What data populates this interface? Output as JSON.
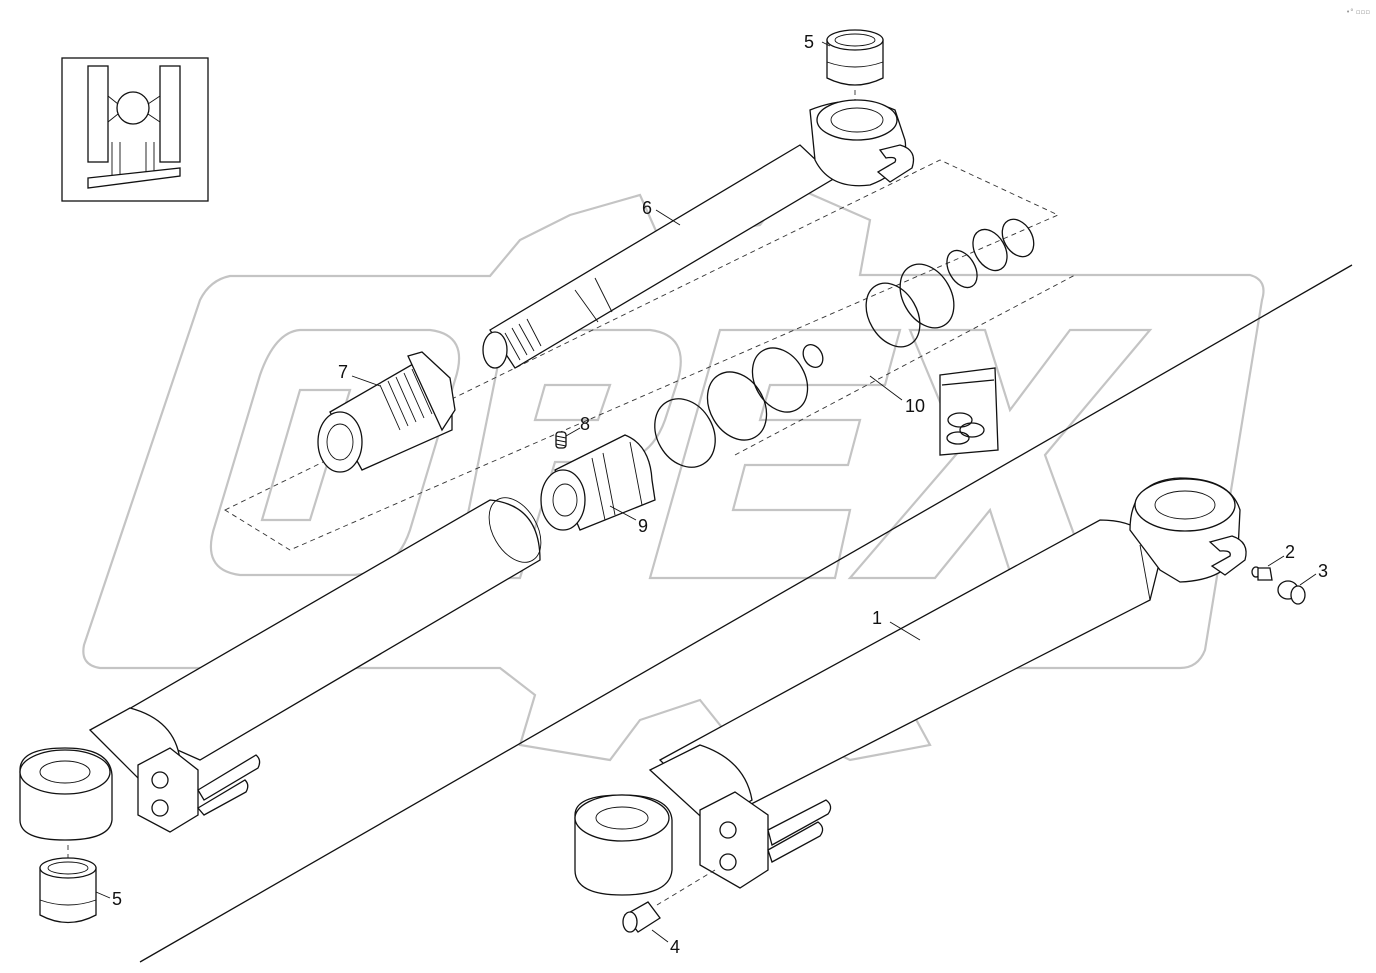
{
  "watermark": {
    "text": "OPEX"
  },
  "corner_mark": "•° ▫▫▫",
  "callouts": [
    {
      "id": "1",
      "text": "1"
    },
    {
      "id": "2",
      "text": "2"
    },
    {
      "id": "3",
      "text": "3"
    },
    {
      "id": "4",
      "text": "4"
    },
    {
      "id": "5a",
      "text": "5"
    },
    {
      "id": "5b",
      "text": "5"
    },
    {
      "id": "6",
      "text": "6"
    },
    {
      "id": "7",
      "text": "7"
    },
    {
      "id": "8",
      "text": "8"
    },
    {
      "id": "9",
      "text": "9"
    },
    {
      "id": "10",
      "text": "10"
    }
  ]
}
